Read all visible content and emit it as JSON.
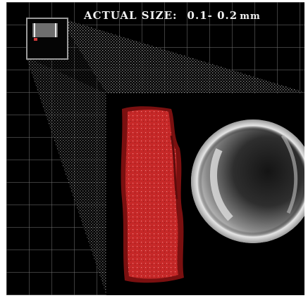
{
  "caption": {
    "label": "ACTUAL SIZE:",
    "value": "0.1- 0.2",
    "unit": "mm"
  },
  "colors": {
    "background": "#000000",
    "grid": "#6e6e6e",
    "beam": "#8c8c8c",
    "particle_red": "#d42b2b",
    "particle_dark_red": "#8a1414",
    "sphere_light": "#d8d8d8",
    "sphere_dark": "#1a1a1a"
  },
  "icons": {
    "thumbnail": "locator-thumbnail-icon"
  }
}
